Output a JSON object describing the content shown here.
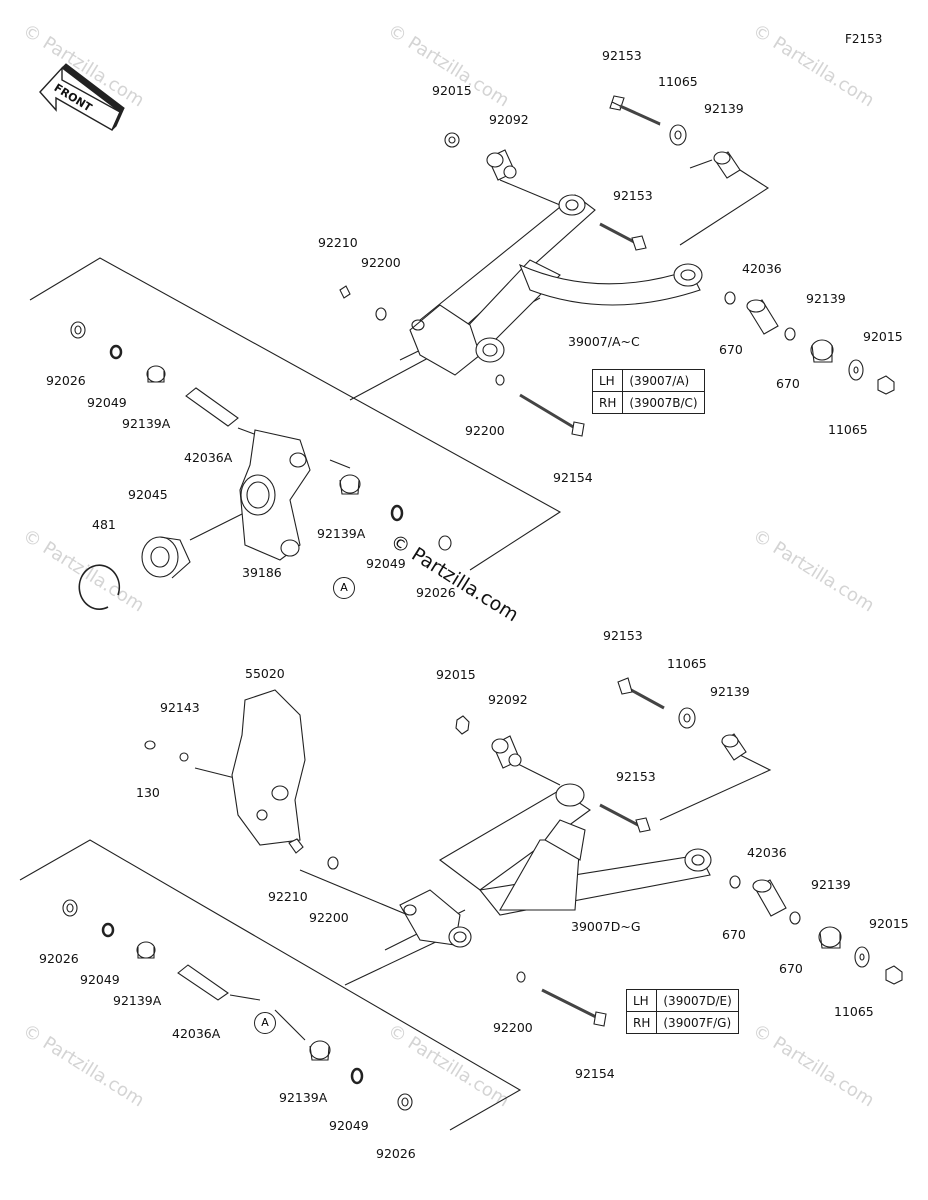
{
  "diagram_code": "F2153",
  "front_arrow_label": "FRONT",
  "watermark": "© Partzilla.com",
  "watermark_main": "© Partzilla.com",
  "callout_a": "A",
  "upper": {
    "labels": {
      "p92153a": "92153",
      "p11065a": "11065",
      "p92139a": "92139",
      "p92015a": "92015",
      "p92092": "92092",
      "p92153b": "92153",
      "p92210": "92210",
      "p92200a": "92200",
      "p42036": "42036",
      "p92139b": "92139",
      "p92015b": "92015",
      "p39007": "39007/A~C",
      "p670a": "670",
      "p670b": "670",
      "p11065b": "11065",
      "p92026a": "92026",
      "p92049a": "92049",
      "p92139Aa": "92139A",
      "p42036A": "42036A",
      "p92200b": "92200",
      "p92154": "92154",
      "p92045": "92045",
      "p481": "481",
      "p39186": "39186",
      "p92139Ab": "92139A",
      "p92049b": "92049",
      "p92026b": "92026"
    },
    "table": [
      {
        "side": "LH",
        "part": "(39007/A)"
      },
      {
        "side": "RH",
        "part": "(39007B/C)"
      }
    ]
  },
  "lower": {
    "labels": {
      "p92153a": "92153",
      "p11065a": "11065",
      "p92139a": "92139",
      "p92015a": "92015",
      "p92092": "92092",
      "p55020": "55020",
      "p92143": "92143",
      "p130": "130",
      "p92153b": "92153",
      "p42036": "42036",
      "p92139b": "92139",
      "p92015b": "92015",
      "p92210": "92210",
      "p92200a": "92200",
      "p39007": "39007D~G",
      "p670a": "670",
      "p670b": "670",
      "p11065b": "11065",
      "p92026a": "92026",
      "p92049a": "92049",
      "p92139Aa": "92139A",
      "p42036A": "42036A",
      "p92200b": "92200",
      "p92154": "92154",
      "p92139Ab": "92139A",
      "p92049b": "92049",
      "p92026b": "92026"
    },
    "table": [
      {
        "side": "LH",
        "part": "(39007D/E)"
      },
      {
        "side": "RH",
        "part": "(39007F/G)"
      }
    ]
  }
}
